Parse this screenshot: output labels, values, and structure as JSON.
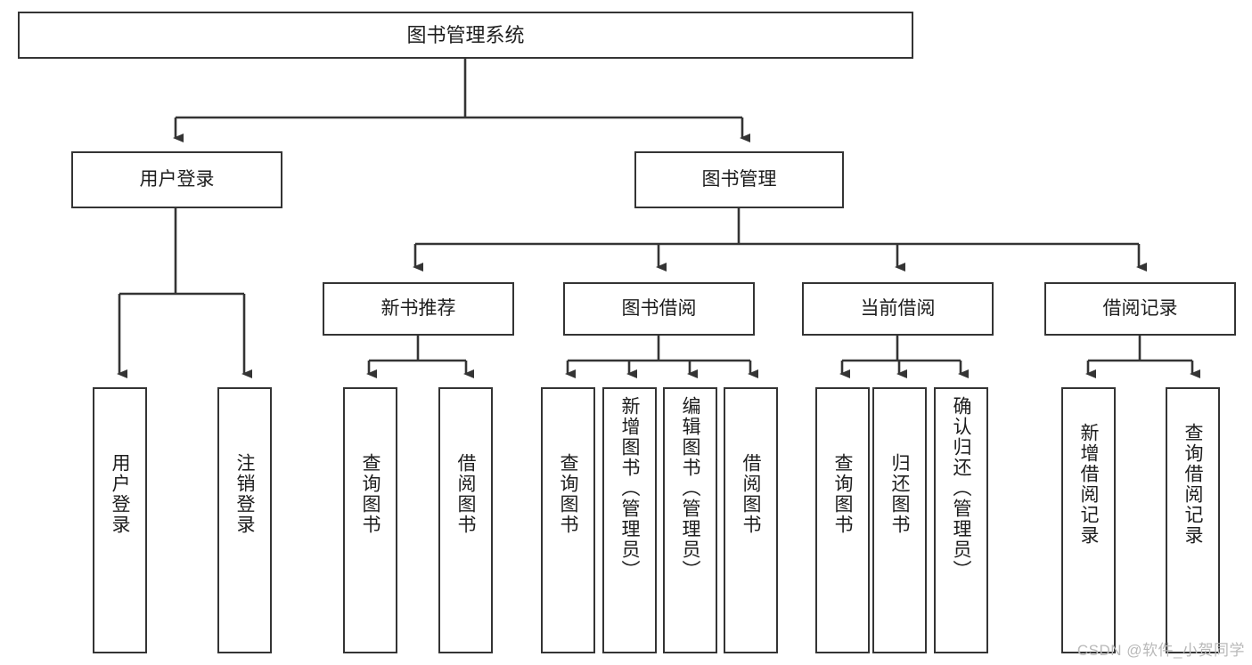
{
  "diagram": {
    "type": "tree-hierarchy",
    "title": "图书管理系统",
    "watermark": "CSDN @软件_小贺同学",
    "colors": {
      "box_border": "#343434",
      "box_fill": "#ffffff",
      "connector": "#343434",
      "text": "#1d1d1d",
      "watermark": "#b9b9b9"
    },
    "levels": [
      {
        "level": 1,
        "nodes": [
          {
            "id": "root",
            "label": "图书管理系统",
            "orientation": "horizontal"
          }
        ]
      },
      {
        "level": 2,
        "nodes": [
          {
            "id": "user-login",
            "label": "用户登录",
            "orientation": "horizontal",
            "parent": "root"
          },
          {
            "id": "book-manage",
            "label": "图书管理",
            "orientation": "horizontal",
            "parent": "root"
          }
        ]
      },
      {
        "level": 3,
        "nodes": [
          {
            "id": "new-book-rec",
            "label": "新书推荐",
            "orientation": "horizontal",
            "parent": "book-manage"
          },
          {
            "id": "book-borrow",
            "label": "图书借阅",
            "orientation": "horizontal",
            "parent": "book-manage"
          },
          {
            "id": "current-borrow",
            "label": "当前借阅",
            "orientation": "horizontal",
            "parent": "book-manage"
          },
          {
            "id": "borrow-record",
            "label": "借阅记录",
            "orientation": "horizontal",
            "parent": "book-manage"
          }
        ]
      },
      {
        "level": 4,
        "nodes": [
          {
            "id": "leaf-user-login",
            "label": "用户登录",
            "orientation": "vertical",
            "parent": "user-login"
          },
          {
            "id": "leaf-logout",
            "label": "注销登录",
            "orientation": "vertical",
            "parent": "user-login"
          },
          {
            "id": "leaf-query-book-1",
            "label": "查询图书",
            "orientation": "vertical",
            "parent": "new-book-rec"
          },
          {
            "id": "leaf-borrow-book-1",
            "label": "借阅图书",
            "orientation": "vertical",
            "parent": "new-book-rec"
          },
          {
            "id": "leaf-query-book-2",
            "label": "查询图书",
            "orientation": "vertical",
            "parent": "book-borrow"
          },
          {
            "id": "leaf-add-book",
            "label": "新增图书（管理员）",
            "orientation": "vertical",
            "parent": "book-borrow"
          },
          {
            "id": "leaf-edit-book",
            "label": "编辑图书（管理员）",
            "orientation": "vertical",
            "parent": "book-borrow"
          },
          {
            "id": "leaf-borrow-book-2",
            "label": "借阅图书",
            "orientation": "vertical",
            "parent": "book-borrow"
          },
          {
            "id": "leaf-query-book-3",
            "label": "查询图书",
            "orientation": "vertical",
            "parent": "current-borrow"
          },
          {
            "id": "leaf-return-book",
            "label": "归还图书",
            "orientation": "vertical",
            "parent": "current-borrow"
          },
          {
            "id": "leaf-confirm-return",
            "label": "确认归还（管理员）",
            "orientation": "vertical",
            "parent": "current-borrow"
          },
          {
            "id": "leaf-add-record",
            "label": "新增借阅记录",
            "orientation": "vertical",
            "parent": "borrow-record"
          },
          {
            "id": "leaf-query-record",
            "label": "查询借阅记录",
            "orientation": "vertical",
            "parent": "borrow-record"
          }
        ]
      }
    ],
    "edges": [
      {
        "from": "root",
        "to": "user-login"
      },
      {
        "from": "root",
        "to": "book-manage"
      },
      {
        "from": "book-manage",
        "to": "new-book-rec"
      },
      {
        "from": "book-manage",
        "to": "book-borrow"
      },
      {
        "from": "book-manage",
        "to": "current-borrow"
      },
      {
        "from": "book-manage",
        "to": "borrow-record"
      },
      {
        "from": "user-login",
        "to": "leaf-user-login"
      },
      {
        "from": "user-login",
        "to": "leaf-logout"
      },
      {
        "from": "new-book-rec",
        "to": "leaf-query-book-1"
      },
      {
        "from": "new-book-rec",
        "to": "leaf-borrow-book-1"
      },
      {
        "from": "book-borrow",
        "to": "leaf-query-book-2"
      },
      {
        "from": "book-borrow",
        "to": "leaf-add-book"
      },
      {
        "from": "book-borrow",
        "to": "leaf-edit-book"
      },
      {
        "from": "book-borrow",
        "to": "leaf-borrow-book-2"
      },
      {
        "from": "current-borrow",
        "to": "leaf-query-book-3"
      },
      {
        "from": "current-borrow",
        "to": "leaf-return-book"
      },
      {
        "from": "current-borrow",
        "to": "leaf-confirm-return"
      },
      {
        "from": "borrow-record",
        "to": "leaf-add-record"
      },
      {
        "from": "borrow-record",
        "to": "leaf-query-record"
      }
    ]
  }
}
